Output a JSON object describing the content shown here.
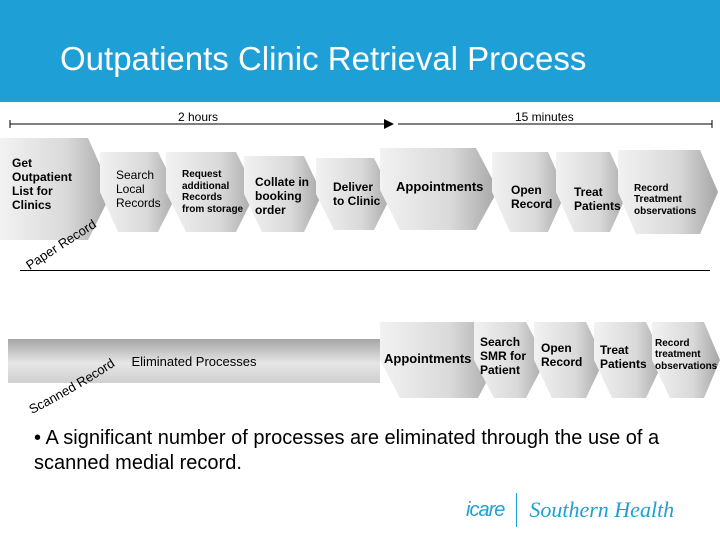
{
  "title": "Outpatients Clinic Retrieval Process",
  "timeline": {
    "left_label": "2 hours",
    "right_label": "15 minutes"
  },
  "current_process": [
    "Get Outpatient List for Clinics",
    "Search Local Records",
    "Request additional Records from storage",
    "Collate in booking order",
    "Deliver to Clinic",
    "Appointments",
    "Open Record",
    "Treat Patients",
    "Record Treatment observations"
  ],
  "paper_record_label": "Paper Record",
  "eliminated_label": "Eliminated Processes",
  "new_process": [
    "Appointments",
    "Search SMR for Patient",
    "Open Record",
    "Treat Patients",
    "Record treatment observations"
  ],
  "scanned_record_label": "Scanned Record",
  "bullet": "• A significant number of processes are eliminated through the use of a scanned medial record.",
  "logo": {
    "icare": "icare",
    "brand": "Southern Health"
  },
  "colors": {
    "title_band": "#1e9fd6",
    "chevron_light": "#d9d9d9",
    "chevron_dark": "#a6a6a6"
  }
}
